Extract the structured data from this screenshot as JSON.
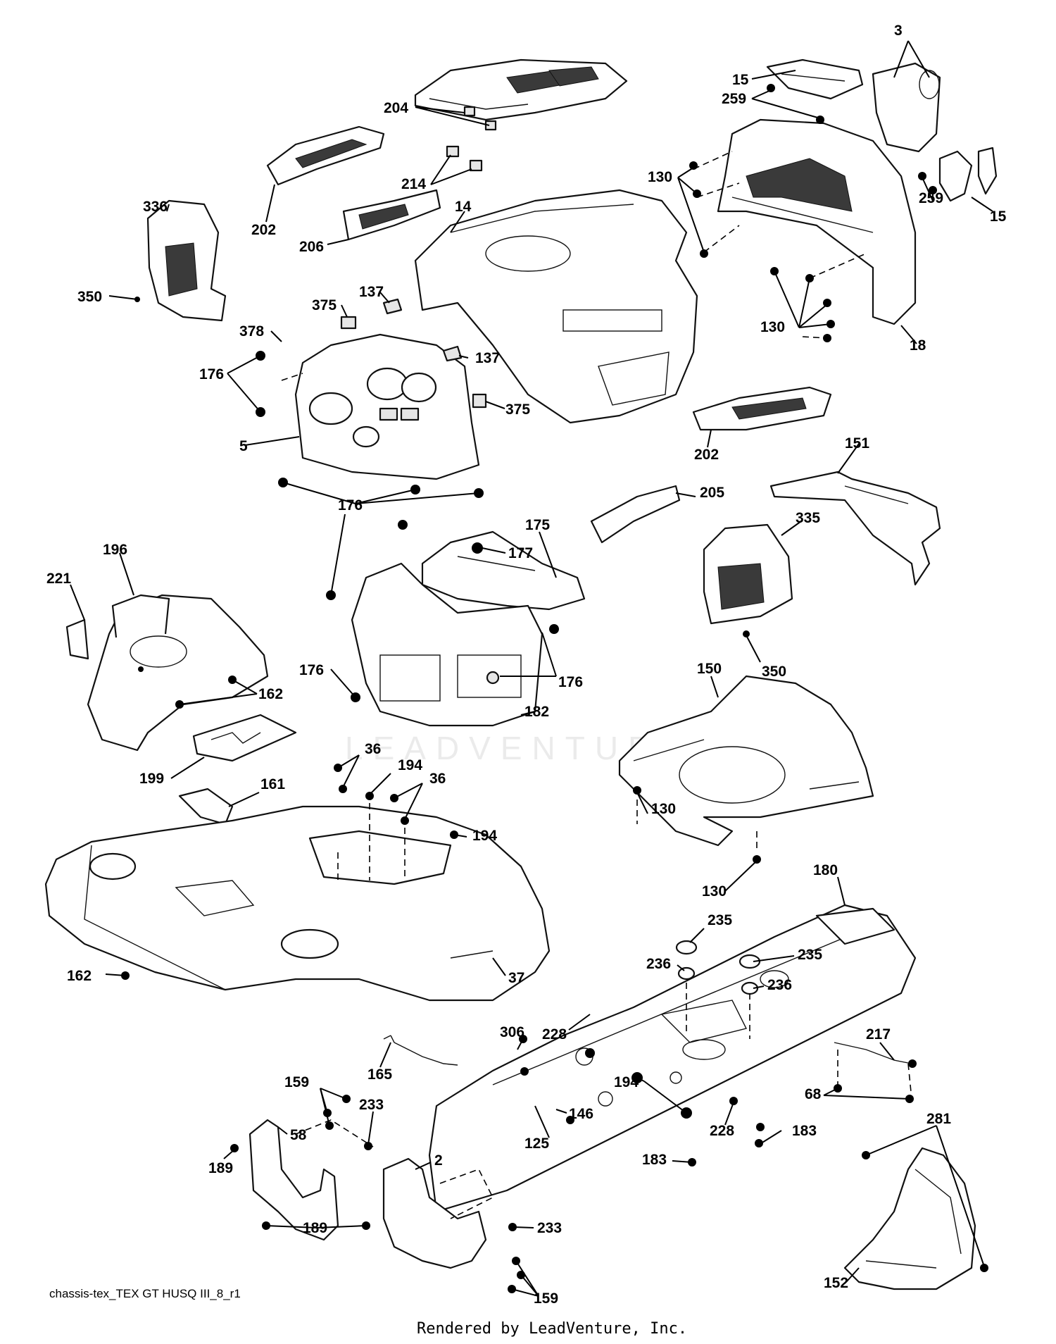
{
  "diagram": {
    "watermark": "LEADVENTURE",
    "drawing_id": "chassis-tex_TEX GT HUSQ III_8_r1",
    "rendered_by": "Rendered by LeadVenture, Inc."
  },
  "callouts": [
    "3",
    "15",
    "259",
    "204",
    "130",
    "214",
    "202",
    "15",
    "259",
    "336",
    "14",
    "206",
    "350",
    "137",
    "375",
    "130",
    "378",
    "137",
    "176",
    "375",
    "5",
    "18",
    "202",
    "151",
    "176",
    "205",
    "175",
    "177",
    "335",
    "196",
    "221",
    "176",
    "176",
    "162",
    "182",
    "350",
    "150",
    "199",
    "36",
    "194",
    "36",
    "161",
    "130",
    "194",
    "130",
    "180",
    "162",
    "37",
    "235",
    "236",
    "235",
    "236",
    "228",
    "306",
    "217",
    "165",
    "194",
    "159",
    "233",
    "146",
    "68",
    "58",
    "228",
    "125",
    "183",
    "189",
    "2",
    "183",
    "281",
    "233",
    "189",
    "159",
    "152"
  ]
}
